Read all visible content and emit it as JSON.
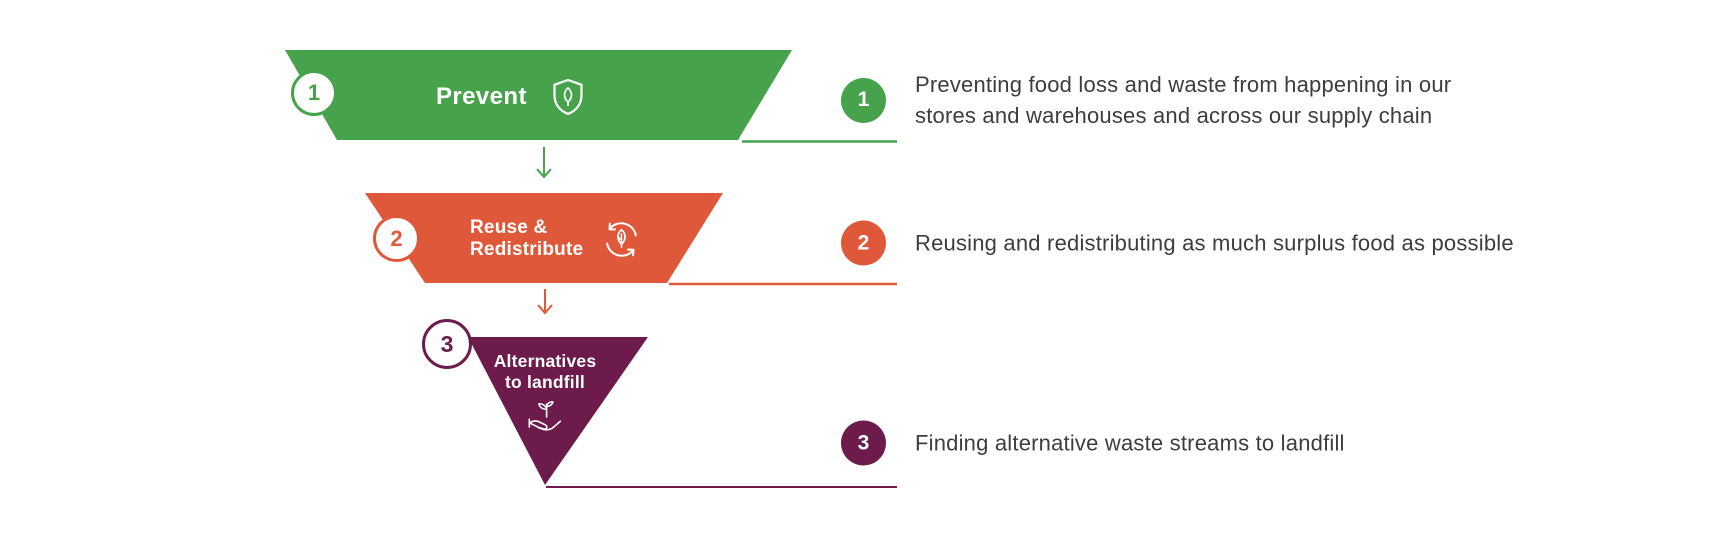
{
  "colors": {
    "stage1": "#46A34B",
    "stage2": "#E0583A",
    "stage3": "#6C1B4B",
    "text": "#3D3D3D",
    "white": "#FFFFFF"
  },
  "funnel": {
    "stages": [
      {
        "number": "1",
        "label": "Prevent",
        "icon": "shield-leaf-icon",
        "description": "Preventing food loss and waste from happening in our stores and warehouses and across our supply chain"
      },
      {
        "number": "2",
        "label_line1": "Reuse &",
        "label_line2": "Redistribute",
        "icon": "recycle-leaf-icon",
        "description": "Reusing and redistributing as much surplus food as possible"
      },
      {
        "number": "3",
        "label_line1": "Alternatives",
        "label_line2": "to landfill",
        "icon": "hand-plant-icon",
        "description": "Finding alternative waste streams to landfill"
      }
    ]
  }
}
